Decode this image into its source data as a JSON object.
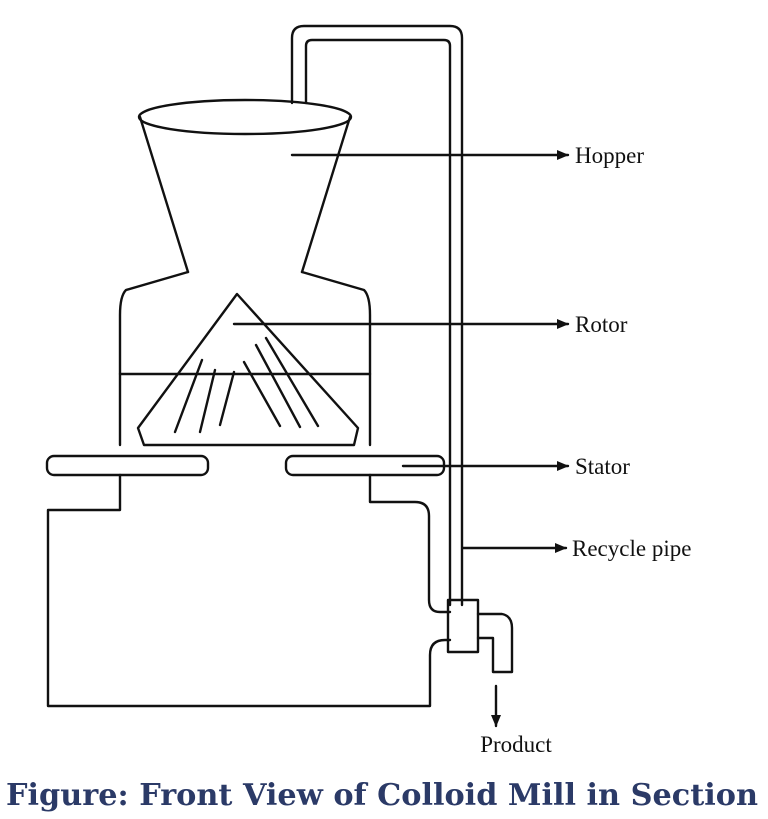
{
  "figure": {
    "caption": "Figure: Front View of Colloid Mill in Section",
    "caption_color": "#2b3a67",
    "line_color": "#111111"
  },
  "labels": {
    "hopper": "Hopper",
    "rotor": "Rotor",
    "stator": "Stator",
    "recycle_pipe": "Recycle pipe",
    "product": "Product"
  }
}
